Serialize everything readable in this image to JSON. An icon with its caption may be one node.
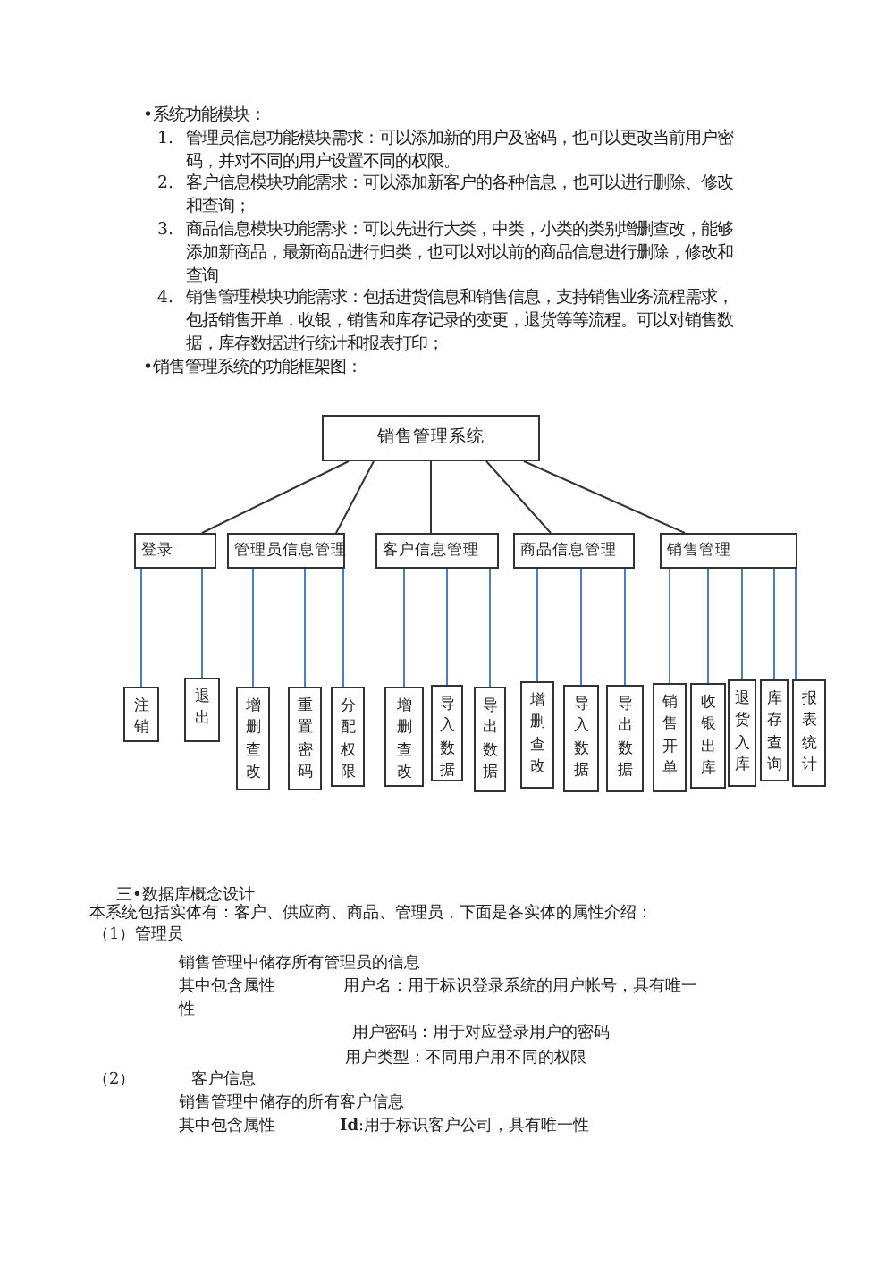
{
  "diagram": {
    "nodes": [
      {
        "text": [
          "销售管理系统"
        ]
      },
      {
        "text": [
          "登录"
        ]
      },
      {
        "text": [
          "管理员信息管理"
        ]
      },
      {
        "text": [
          "客户信息管理"
        ]
      },
      {
        "text": [
          "商品信息管理"
        ]
      },
      {
        "text": [
          "销售管理"
        ]
      },
      {
        "text": [
          "注销"
        ]
      },
      {
        "text": [
          "退出"
        ]
      },
      {
        "text": [
          "增删查改"
        ]
      },
      {
        "text": [
          "重置密码"
        ]
      },
      {
        "text": [
          "分配权限"
        ]
      },
      {
        "text": [
          "增删查改"
        ]
      },
      {
        "text": [
          "导入数据"
        ]
      },
      {
        "text": [
          "导出数据"
        ]
      },
      {
        "text": [
          "增删查改"
        ]
      },
      {
        "text": [
          "导入数据"
        ]
      },
      {
        "text": [
          "导出数据"
        ]
      },
      {
        "text": [
          "销售开单"
        ]
      },
      {
        "text": [
          "收银出库"
        ]
      },
      {
        "text": [
          "退货入库"
        ]
      },
      {
        "text": [
          "库存查询"
        ]
      },
      {
        "text": [
          "报表统计"
        ]
      }
    ],
    "edges": [
      {
        "from": 0,
        "to": 1,
        "arrow": "none",
        "color": "#333333"
      },
      {
        "from": 0,
        "to": 2,
        "arrow": "none",
        "color": "#333333"
      },
      {
        "from": 0,
        "to": 3,
        "arrow": "none",
        "color": "#333333"
      },
      {
        "from": 0,
        "to": 4,
        "arrow": "none",
        "color": "#333333"
      },
      {
        "from": 0,
        "to": 5,
        "arrow": "none",
        "color": "#333333"
      },
      {
        "from": 1,
        "to": 6,
        "arrow": "none"
      },
      {
        "from": 1,
        "to": 7,
        "arrow": "none"
      },
      {
        "from": 2,
        "to": 8,
        "arrow": "none"
      },
      {
        "from": 2,
        "to": 9,
        "arrow": "none"
      },
      {
        "from": 2,
        "to": 10,
        "arrow": "none"
      },
      {
        "from": 3,
        "to": 11,
        "arrow": "none"
      },
      {
        "from": 3,
        "to": 12,
        "arrow": "none"
      },
      {
        "from": 3,
        "to": 13,
        "arrow": "none"
      },
      {
        "from": 4,
        "to": 14,
        "arrow": "none"
      },
      {
        "from": 4,
        "to": 15,
        "arrow": "none"
      },
      {
        "from": 4,
        "to": 16,
        "arrow": "none"
      },
      {
        "from": 5,
        "to": 17,
        "arrow": "none"
      },
      {
        "from": 5,
        "to": 18,
        "arrow": "none"
      },
      {
        "from": 5,
        "to": 19,
        "arrow": "none"
      },
      {
        "from": 5,
        "to": 20,
        "arrow": "none"
      },
      {
        "from": 5,
        "to": 21,
        "arrow": "none"
      }
    ],
    "labels": [
      "•系统功能模块：",
      "1.",
      "管理员信息功能模块需求：可以添加新的用户及密码，也可以更改当前用户密码，并对不同的用户设置不同的权限。",
      "2.",
      "客户信息模块功能需求：可以添加新客户的各种信息，也可以进行删除、修改和查询；",
      "3.",
      "商品信息模块功能需求：可以先进行大类，中类，小类的类别增删查改，能够添加新商品，最新商品进行归类，也可以对以前的商品信息进行删除，修改和查询",
      "4.",
      "销售管理模块功能需求：包括进货信息和销售信息，支持销售业务流程需求，包括销售开单，收银，销售和库存记录的变更，退货等等流程。可以对销售数据，库存数据进行统计和报表打印；",
      "•销售管理系统的功能框架图：",
      "三•数据库概念设计",
      "本系统包括实体有：客户、供应商、商品、管理员，下面是各实体的属性介绍：",
      "（1）管理员",
      "销售管理中储存所有管理员的信息",
      "其中包含属性",
      "用户名：用于标识登录系统的用户帐号，具有唯一性",
      "用户密码：用于对应登录用户的密码",
      "用户类型：不同用户用不同的权限",
      "（2）",
      "客户信息",
      "销售管理中储存的所有客户信息",
      "其中包含属性",
      "**Id**:用于标识客户公司，具有唯一性"
    ]
  }
}
